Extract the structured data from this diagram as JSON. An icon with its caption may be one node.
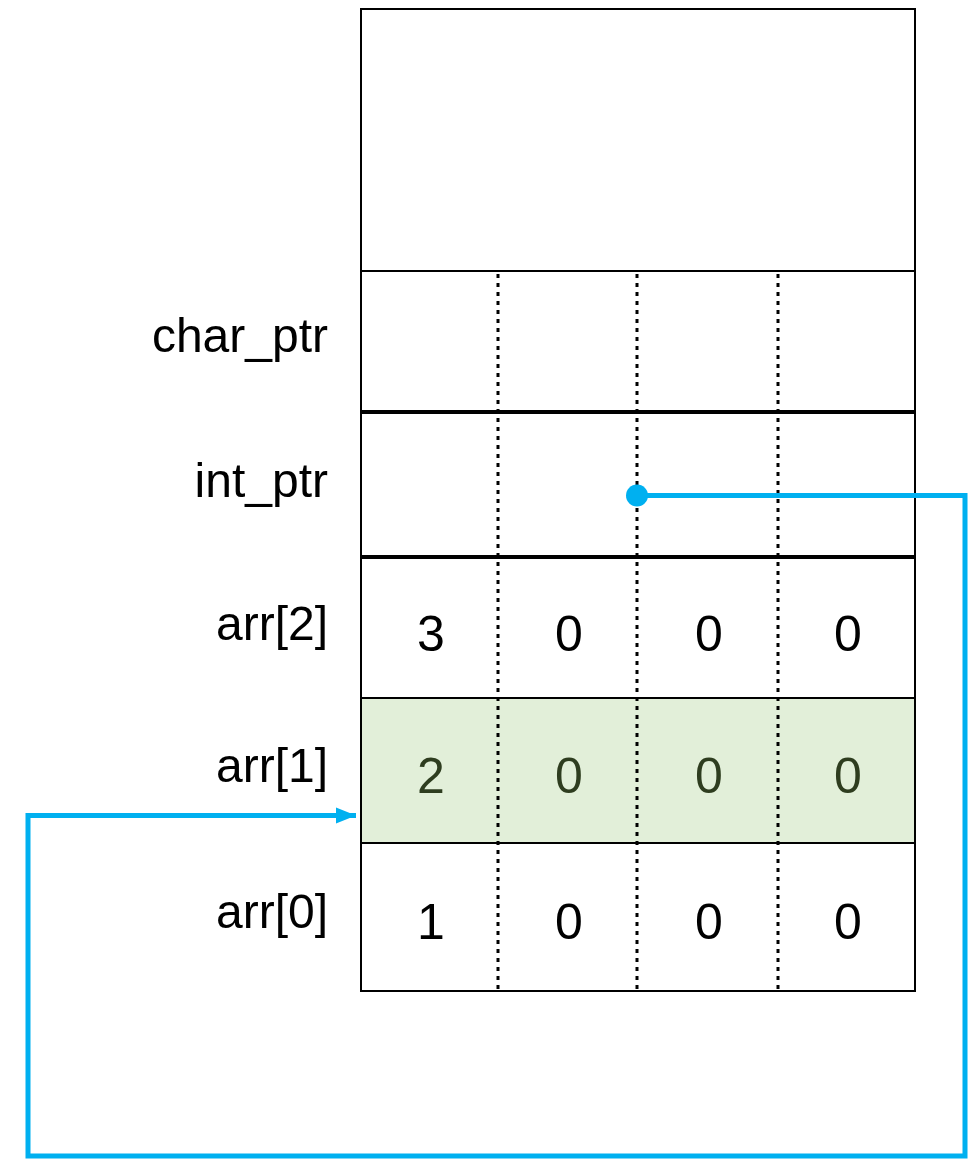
{
  "diagram": {
    "nodes": [
      {
        "text": [],
        "shape": "box"
      },
      {
        "text": [],
        "shape": "box",
        "beside": [
          "char_ptr"
        ]
      },
      {
        "text": [],
        "shape": "box",
        "beside": [
          "int_ptr"
        ]
      },
      {
        "text": [
          "3",
          "0",
          "0",
          "0"
        ],
        "beside": [
          "arr[2]"
        ]
      },
      {
        "text": [
          "2",
          "0",
          "0",
          "0"
        ],
        "beside": [
          "arr[1]"
        ]
      },
      {
        "text": [
          "1",
          "0",
          "0",
          "0"
        ],
        "beside": [
          "arr[0]"
        ]
      }
    ],
    "edges": [
      {
        "from": 2,
        "to": 4,
        "arrow": "to",
        "color": "#00b0f0"
      }
    ]
  }
}
